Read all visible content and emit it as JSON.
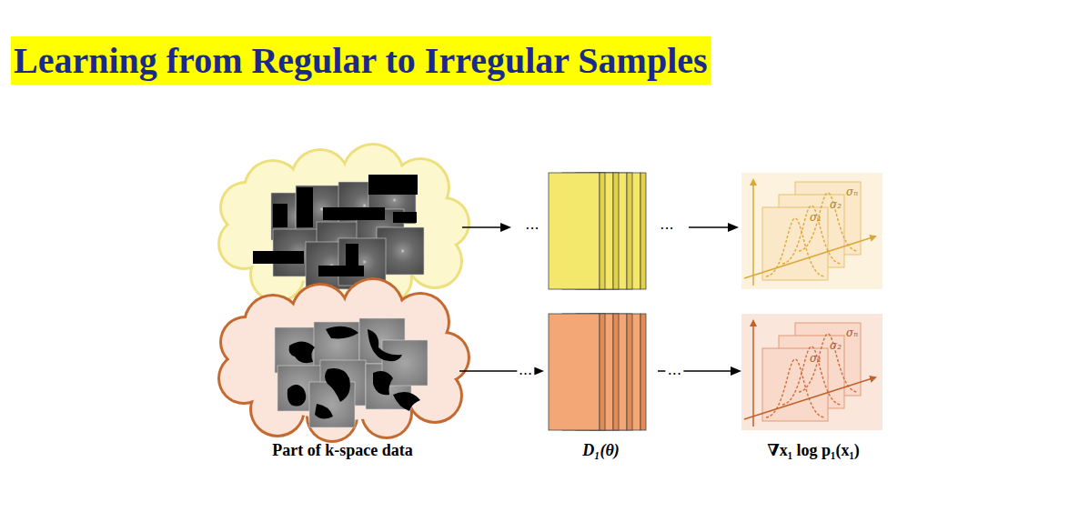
{
  "diagram": {
    "title": "Learning from Regular to Irregular Samples",
    "nodes": [
      {
        "text": [
          "σ₁",
          "σ₂",
          "σₙ"
        ]
      },
      {
        "text": [
          "Part of k-space data"
        ]
      },
      {
        "text": [
          "D₁(θ)"
        ]
      },
      {
        "text": [
          "σ₁",
          "σ₂",
          "σₙ",
          "∇x₁ log p₁(x₁)"
        ]
      }
    ],
    "edges": [
      {
        "from": 1,
        "to": 2,
        "arrow": "to",
        "label": "..."
      },
      {
        "from": 2,
        "to": 3,
        "arrow": "to",
        "label": "..."
      }
    ],
    "labels": [
      "...",
      "..."
    ]
  }
}
